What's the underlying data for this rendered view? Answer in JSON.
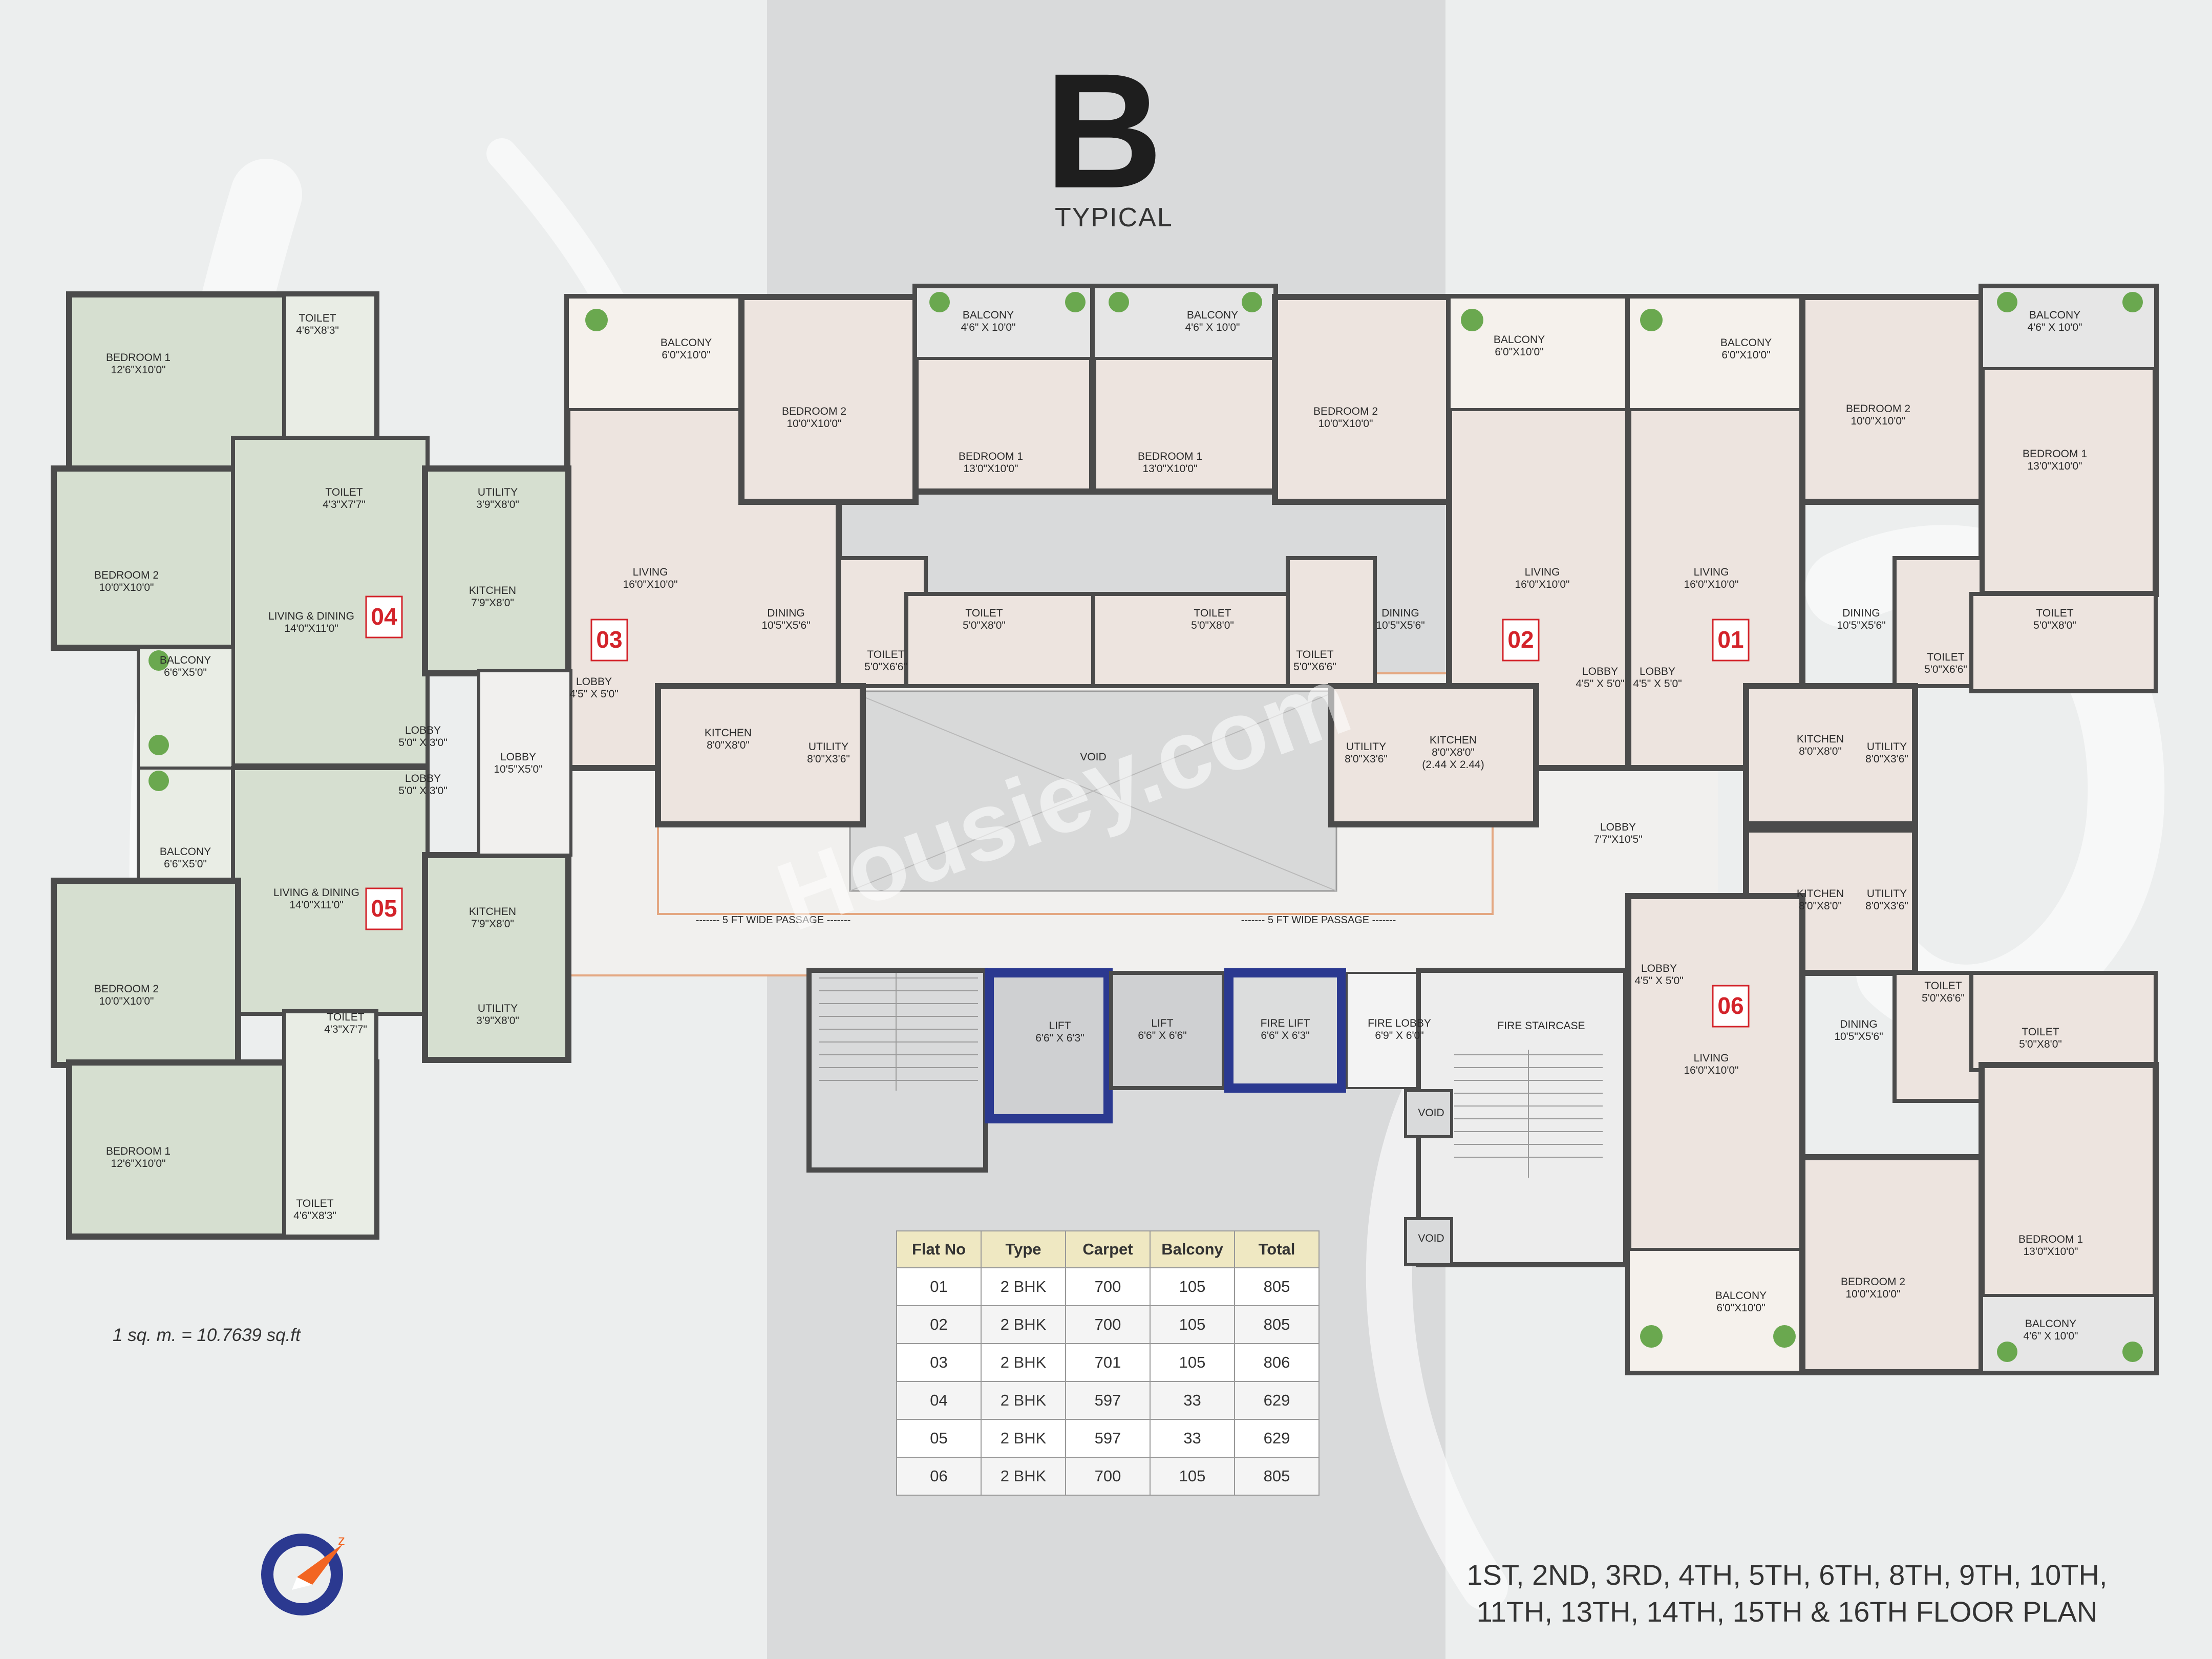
{
  "header": {
    "block": "B",
    "subtitle": "TYPICAL"
  },
  "watermark": "Housiey.com",
  "flat_numbers": [
    "03",
    "02",
    "01",
    "04",
    "05",
    "06"
  ],
  "rooms": {
    "f4_bedroom1": [
      "BEDROOM 1",
      "12'6\"X10'0\""
    ],
    "f4_toilet_a": [
      "TOILET",
      "4'6\"X8'3\""
    ],
    "f4_toilet_b": [
      "TOILET",
      "4'3\"X7'7\""
    ],
    "f4_utility": [
      "UTILITY",
      "3'9\"X8'0\""
    ],
    "f4_bedroom2": [
      "BEDROOM 2",
      "10'0\"X10'0\""
    ],
    "f4_living": [
      "LIVING & DINING",
      "14'0\"X11'0\""
    ],
    "f4_kitchen": [
      "KITCHEN",
      "7'9\"X8'0\""
    ],
    "f4_balcony": [
      "BALCONY",
      "6'6\"X5'0\""
    ],
    "f4_lobby": [
      "LOBBY",
      "5'0\" X 3'0\""
    ],
    "f45_lobby": [
      "LOBBY",
      "10'5\"X5'0\""
    ],
    "f5_lobby": [
      "LOBBY",
      "5'0\" X 3'0\""
    ],
    "f5_balcony": [
      "BALCONY",
      "6'6\"X5'0\""
    ],
    "f5_living": [
      "LIVING & DINING",
      "14'0\"X11'0\""
    ],
    "f5_kitchen": [
      "KITCHEN",
      "7'9\"X8'0\""
    ],
    "f5_bedroom2": [
      "BEDROOM 2",
      "10'0\"X10'0\""
    ],
    "f5_toilet_b": [
      "TOILET",
      "4'3\"X7'7\""
    ],
    "f5_utility": [
      "UTILITY",
      "3'9\"X8'0\""
    ],
    "f5_bedroom1": [
      "BEDROOM 1",
      "12'6\"X10'0\""
    ],
    "f5_toilet_a": [
      "TOILET",
      "4'6\"X8'3\""
    ],
    "f3_balcony": [
      "BALCONY",
      "6'0\"X10'0\""
    ],
    "f3_bedroom2": [
      "BEDROOM 2",
      "10'0\"X10'0\""
    ],
    "f3_balcony2": [
      "BALCONY",
      "4'6\" X 10'0\""
    ],
    "f3_bedroom1": [
      "BEDROOM 1",
      "13'0\"X10'0\""
    ],
    "f3_living": [
      "LIVING",
      "16'0\"X10'0\""
    ],
    "f3_dining": [
      "DINING",
      "10'5\"X5'6\""
    ],
    "f3_toilet1": [
      "TOILET",
      "5'0\"X8'0\""
    ],
    "f3_toilet2": [
      "TOILET",
      "5'0\"X6'6\""
    ],
    "f3_lobby": [
      "LOBBY",
      "4'5\" X 5'0\""
    ],
    "f3_kitchen": [
      "KITCHEN",
      "8'0\"X8'0\""
    ],
    "f3_utility": [
      "UTILITY",
      "8'0\"X3'6\""
    ],
    "f2_balcony2": [
      "BALCONY",
      "4'6\" X 10'0\""
    ],
    "f2_bedroom1": [
      "BEDROOM 1",
      "13'0\"X10'0\""
    ],
    "f2_bedroom2": [
      "BEDROOM 2",
      "10'0\"X10'0\""
    ],
    "f2_balcony": [
      "BALCONY",
      "6'0\"X10'0\""
    ],
    "f2_living": [
      "LIVING",
      "16'0\"X10'0\""
    ],
    "f2_toilet1": [
      "TOILET",
      "5'0\"X8'0\""
    ],
    "f2_dining": [
      "DINING",
      "10'5\"X5'6\""
    ],
    "f2_toilet2": [
      "TOILET",
      "5'0\"X6'6\""
    ],
    "f2_lobby": [
      "LOBBY",
      "4'5\" X 5'0\""
    ],
    "f2_utility": [
      "UTILITY",
      "8'0\"X3'6\""
    ],
    "f2_kitchen": [
      "KITCHEN",
      "8'0\"X8'0\"",
      "(2.44 X 2.44)"
    ],
    "f1_balcony": [
      "BALCONY",
      "6'0\"X10'0\""
    ],
    "f1_bedroom2": [
      "BEDROOM 2",
      "10'0\"X10'0\""
    ],
    "f1_balcony2": [
      "BALCONY",
      "4'6\" X 10'0\""
    ],
    "f1_bedroom1": [
      "BEDROOM 1",
      "13'0\"X10'0\""
    ],
    "f1_living": [
      "LIVING",
      "16'0\"X10'0\""
    ],
    "f1_dining": [
      "DINING",
      "10'5\"X5'6\""
    ],
    "f1_toilet1": [
      "TOILET",
      "5'0\"X8'0\""
    ],
    "f1_toilet2": [
      "TOILET",
      "5'0\"X6'6\""
    ],
    "f1_lobby": [
      "LOBBY",
      "4'5\" X 5'0\""
    ],
    "f1_kitchen": [
      "KITCHEN",
      "8'0\"X8'0\""
    ],
    "f1_utility": [
      "UTILITY",
      "8'0\"X3'6\""
    ],
    "common_lobby": [
      "LOBBY",
      "7'7\"X10'5\""
    ],
    "void": [
      "VOID"
    ],
    "f6_kitchen": [
      "KITCHEN",
      "8'0\"X8'0\""
    ],
    "f6_utility": [
      "UTILITY",
      "8'0\"X3'6\""
    ],
    "f6_lobby": [
      "LOBBY",
      "4'5\" X 5'0\""
    ],
    "f6_toilet2": [
      "TOILET",
      "5'0\"X6'6\""
    ],
    "f6_dining": [
      "DINING",
      "10'5\"X5'6\""
    ],
    "f6_toilet1": [
      "TOILET",
      "5'0\"X8'0\""
    ],
    "f6_living": [
      "LIVING",
      "16'0\"X10'0\""
    ],
    "f6_bedroom1": [
      "BEDROOM 1",
      "13'0\"X10'0\""
    ],
    "f6_bedroom2": [
      "BEDROOM 2",
      "10'0\"X10'0\""
    ],
    "f6_balcony": [
      "BALCONY",
      "6'0\"X10'0\""
    ],
    "f6_balcony2": [
      "BALCONY",
      "4'6\" X 10'0\""
    ],
    "lift1": [
      "LIFT",
      "6'6\" X 6'3\""
    ],
    "lift2": [
      "LIFT",
      "6'6\" X 6'6\""
    ],
    "fire_lift": [
      "FIRE LIFT",
      "6'6\" X 6'3\""
    ],
    "fire_lobby": [
      "FIRE LOBBY",
      "6'9\" X 6'0\""
    ],
    "fire_staircase": [
      "FIRE STAIRCASE"
    ],
    "void_a": [
      "VOID"
    ],
    "void_b": [
      "VOID"
    ],
    "passage_a": [
      "------- 5 FT WIDE PASSAGE -------"
    ],
    "passage_b": [
      "------- 5 FT WIDE PASSAGE -------"
    ]
  },
  "area_table": {
    "headers": [
      "Flat No",
      "Type",
      "Carpet",
      "Balcony",
      "Total"
    ],
    "rows": [
      [
        "01",
        "2 BHK",
        "700",
        "105",
        "805"
      ],
      [
        "02",
        "2 BHK",
        "700",
        "105",
        "805"
      ],
      [
        "03",
        "2 BHK",
        "701",
        "105",
        "806"
      ],
      [
        "04",
        "2 BHK",
        "597",
        "33",
        "629"
      ],
      [
        "05",
        "2 BHK",
        "597",
        "33",
        "629"
      ],
      [
        "06",
        "2 BHK",
        "700",
        "105",
        "805"
      ]
    ]
  },
  "conversion_note": "1 sq. m. = 10.7639 sq.ft",
  "floor_list": [
    "1ST, 2ND, 3RD, 4TH, 5TH, 6TH, 8TH, 9TH, 10TH,",
    "11TH, 13TH, 14TH, 15TH & 16TH FLOOR PLAN"
  ],
  "colors": {
    "background": "#eceeee",
    "central_band": "#d9dadb",
    "floor_beige": "#ede4df",
    "floor_green": "#d6dfd0",
    "wall": "#4b4b4b",
    "lift_outline": "#2b3990",
    "flat_number": "#d3232a",
    "table_header": "#efe8c2"
  },
  "icons": [
    "compass-logo-icon"
  ]
}
